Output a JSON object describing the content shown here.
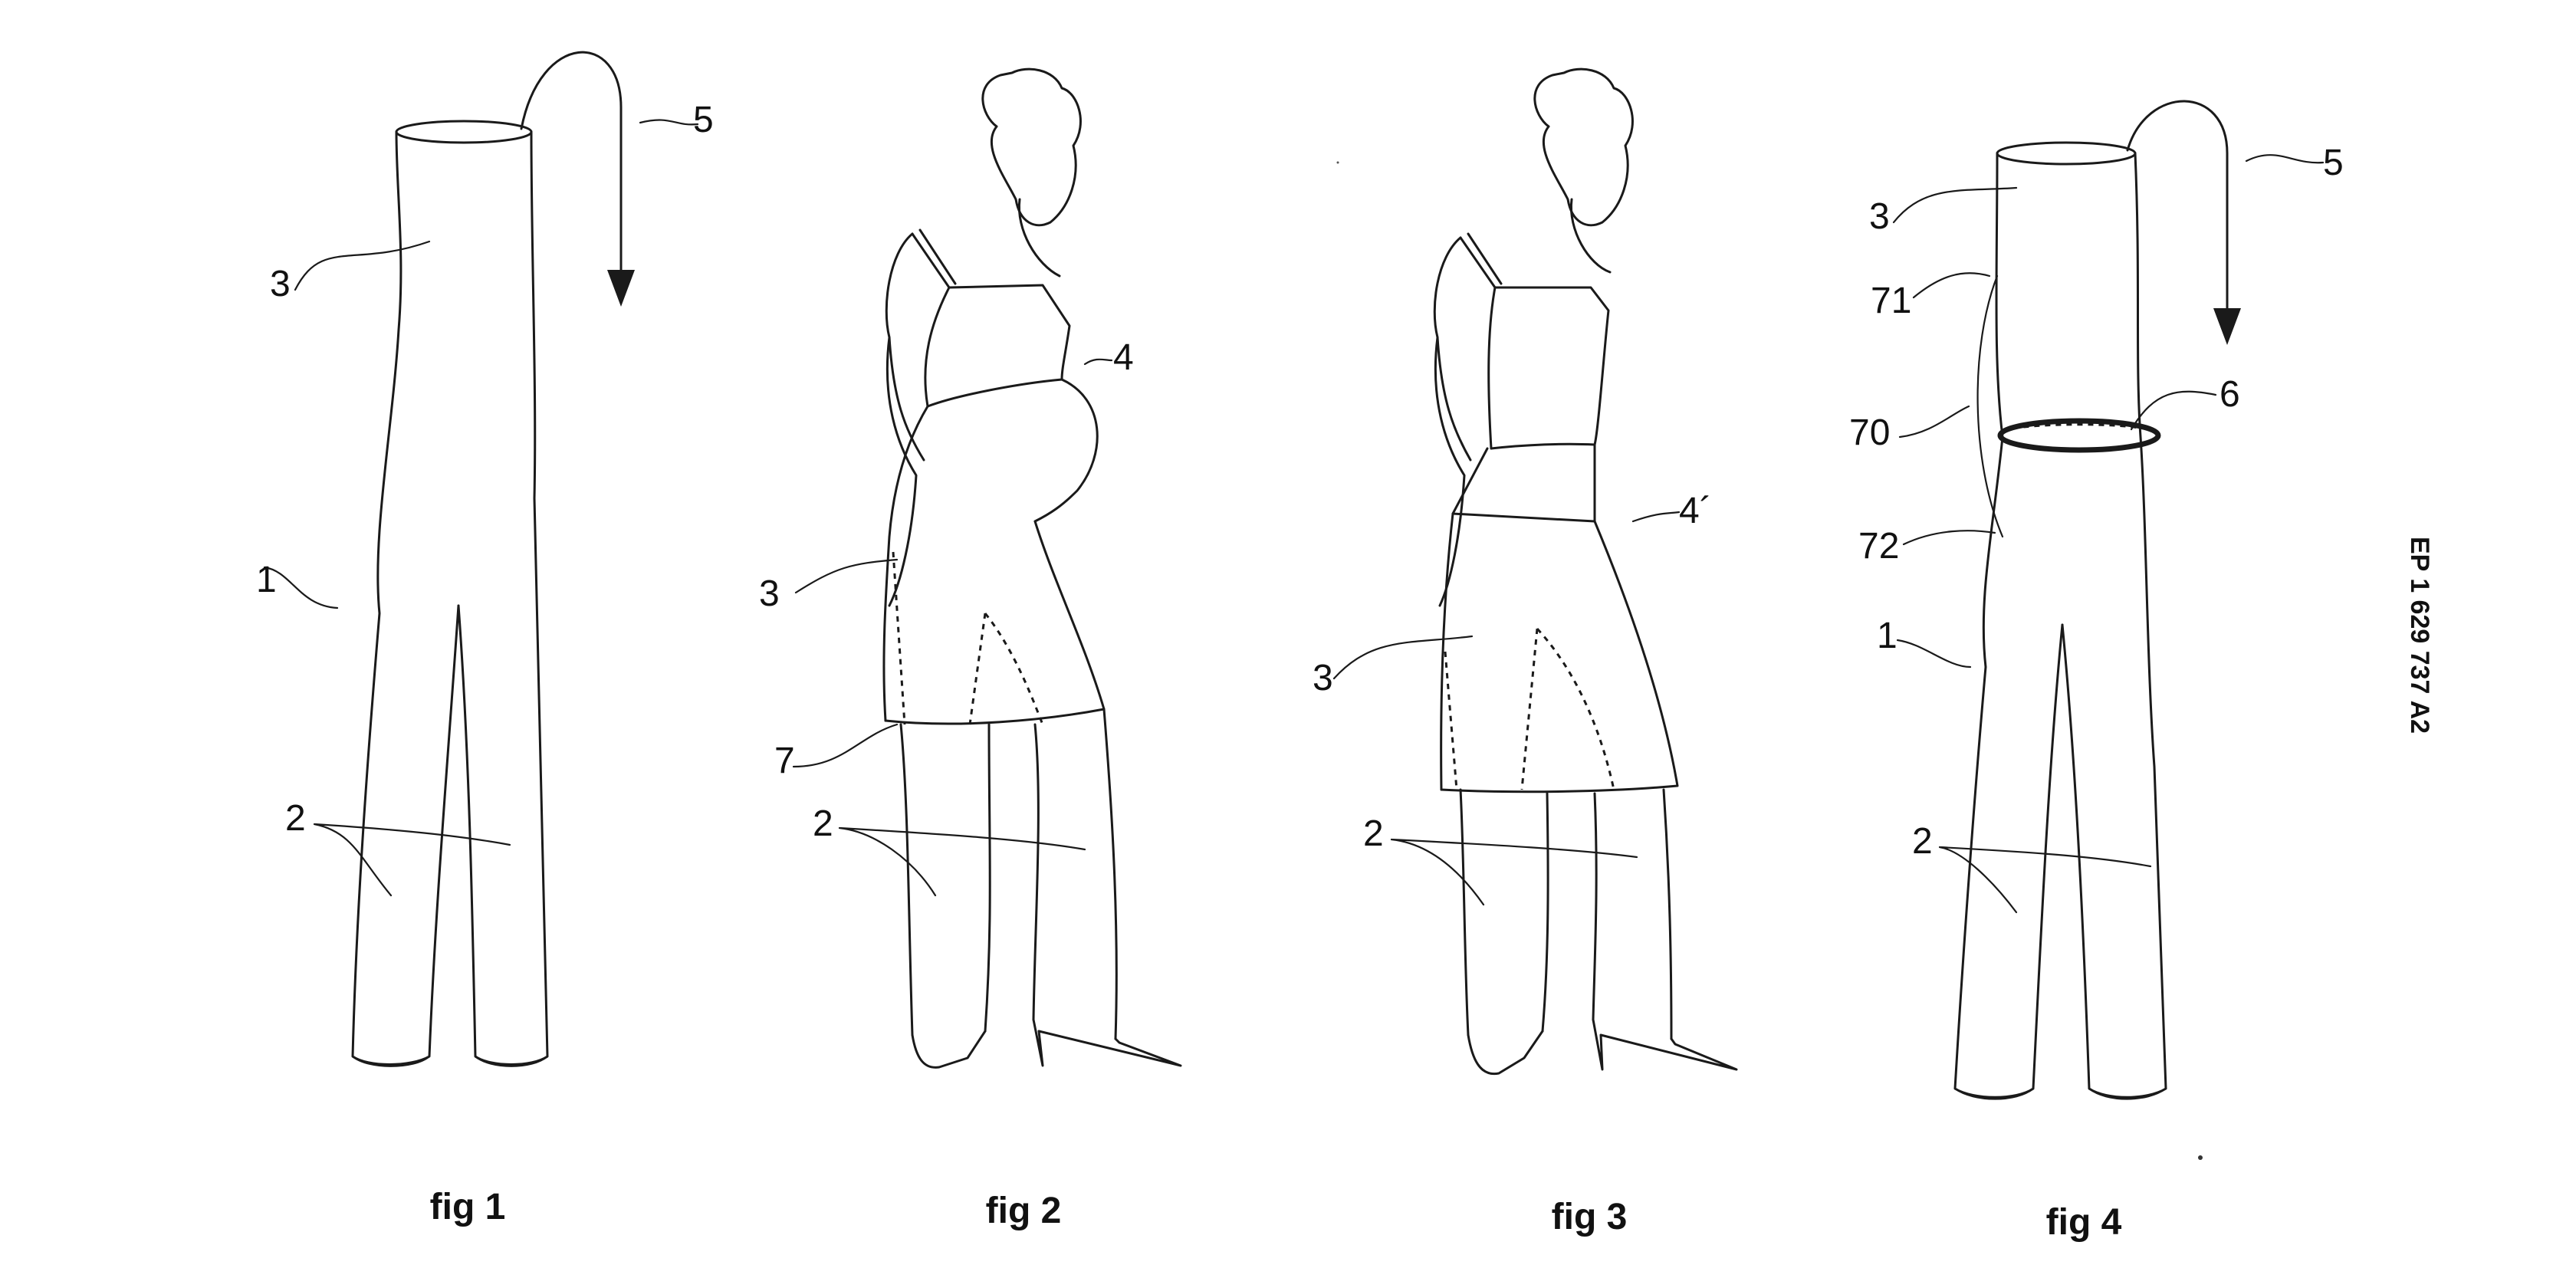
{
  "sheet": {
    "publication_number": "EP 1 629 737 A2"
  },
  "figures": [
    {
      "caption": "fig 1",
      "refs": {
        "body": "1",
        "legs": "2",
        "tube": "3",
        "arrow": "5"
      }
    },
    {
      "caption": "fig 2",
      "refs": {
        "legs": "2",
        "skirt": "3",
        "band": "4",
        "hem": "7"
      }
    },
    {
      "caption": "fig 3",
      "refs": {
        "legs": "2",
        "skirt": "3",
        "band": "4´"
      }
    },
    {
      "caption": "fig 4",
      "refs": {
        "body": "1",
        "legs": "2",
        "tube": "3",
        "arrow": "5",
        "ring": "6",
        "zone": "70",
        "zone_upper": "71",
        "zone_lower": "72"
      }
    }
  ]
}
